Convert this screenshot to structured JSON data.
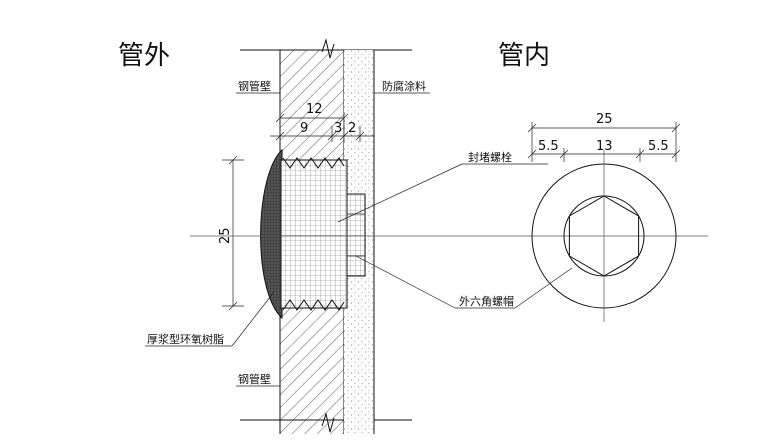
{
  "titles": {
    "outside": "管外",
    "inside": "管内"
  },
  "labels": {
    "steel_wall_top": "钢管壁",
    "steel_wall_bottom": "钢管壁",
    "anticorrosion": "防腐涂料",
    "plug_bolt": "封堵螺栓",
    "hex_cap": "外六角螺帽",
    "epoxy": "厚浆型环氧树脂"
  },
  "dimensions": {
    "total_depth": "12",
    "thread_depth": "9",
    "gap_depth": "3",
    "coating_depth": "2",
    "bolt_height": "25",
    "cap_diameter": "25",
    "cap_margin_left": "5.5",
    "hex_width": "13",
    "cap_margin_right": "5.5"
  }
}
